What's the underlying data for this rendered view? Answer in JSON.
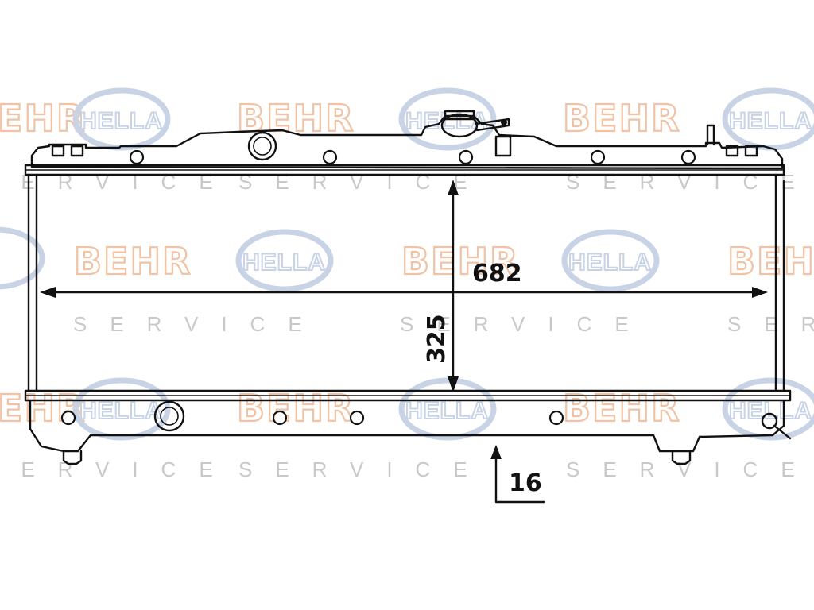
{
  "watermark": {
    "brand_behr": "BEHR",
    "brand_hella": "HELLA",
    "service": "SERVICE"
  },
  "dimensions": {
    "width": "682",
    "height": "325",
    "depth": "16"
  }
}
